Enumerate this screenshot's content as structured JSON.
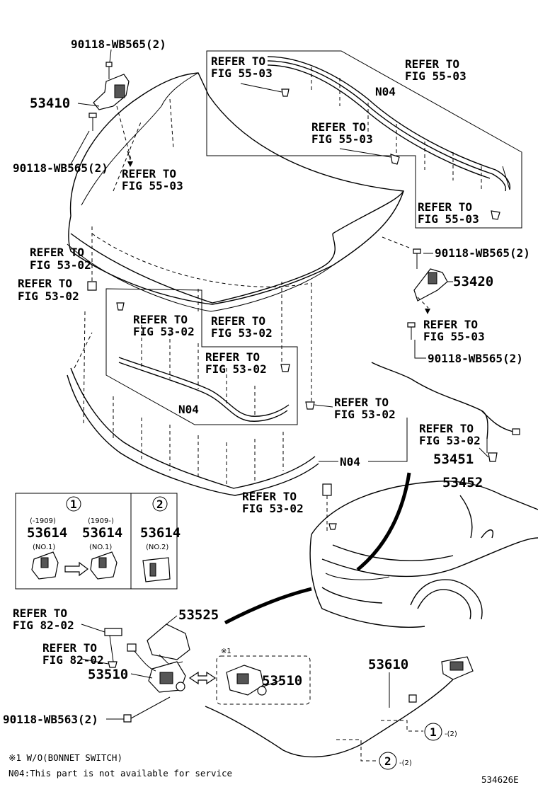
{
  "labels": {
    "bolt_top": "90118-WB565(2)",
    "hinge_left": "53410",
    "bolt_left_lower": "90118-WB565(2)",
    "refer_55_03_a1": "REFER TO",
    "refer_55_03_a2": "FIG 55-03",
    "refer_55_03_b1": "REFER TO",
    "refer_55_03_b2": "FIG 55-03",
    "refer_55_03_c1": "REFER TO",
    "refer_55_03_c2": "FIG 55-03",
    "refer_55_03_d1": "REFER TO",
    "refer_55_03_d2": "FIG 55-03",
    "refer_55_03_e1": "REFER TO",
    "refer_55_03_e2": "FIG 55-03",
    "refer_55_03_f1": "REFER TO",
    "refer_55_03_f2": "FIG 55-03",
    "n04_top": "N04",
    "bolt_right_upper": "90118-WB565(2)",
    "hinge_right": "53420",
    "bolt_right_lower": "90118-WB565(2)",
    "refer_53_02_a1": "REFER TO",
    "refer_53_02_a2": "FIG 53-02",
    "refer_53_02_b1": "REFER TO",
    "refer_53_02_b2": "FIG 53-02",
    "refer_53_02_c1": "REFER TO",
    "refer_53_02_c2": "FIG 53-02",
    "refer_53_02_d1": "REFER TO",
    "refer_53_02_d2": "FIG 53-02",
    "refer_53_02_e1": "REFER TO",
    "refer_53_02_e2": "FIG 53-02",
    "refer_53_02_f1": "REFER TO",
    "refer_53_02_f2": "FIG 53-02",
    "refer_53_02_g1": "REFER TO",
    "refer_53_02_g2": "FIG 53-02",
    "refer_53_02_h1": "REFER TO",
    "refer_53_02_h2": "FIG 53-02",
    "n04_mid": "N04",
    "n04_right": "N04",
    "part_53451": "53451",
    "part_53452": "53452",
    "box1_num": "1",
    "box2_num": "2",
    "box1_date_a": "(-1909)",
    "box1_date_b": "(1909-)",
    "box1_part_a": "53614",
    "box1_part_b": "53614",
    "box1_sub_a": "(NO.1)",
    "box1_sub_b": "(NO.1)",
    "box2_part": "53614",
    "box2_sub": "(NO.2)",
    "refer_82_02_a1": "REFER TO",
    "refer_82_02_a2": "FIG 82-02",
    "refer_82_02_b1": "REFER TO",
    "refer_82_02_b2": "FIG 82-02",
    "part_53525": "53525",
    "part_53510": "53510",
    "part_53510_alt": "53510",
    "note_mark": "※1",
    "bolt_lock": "90118-WB563(2)",
    "part_53610": "53610",
    "callout1_num": "1",
    "callout1_qty": "-(2)",
    "callout2_num": "2",
    "callout2_qty": "-(2)",
    "footnote1": "※1 W/O(BONNET SWITCH)",
    "footnote2": "N04:This part is not available for service",
    "diagram_id": "534626E"
  }
}
